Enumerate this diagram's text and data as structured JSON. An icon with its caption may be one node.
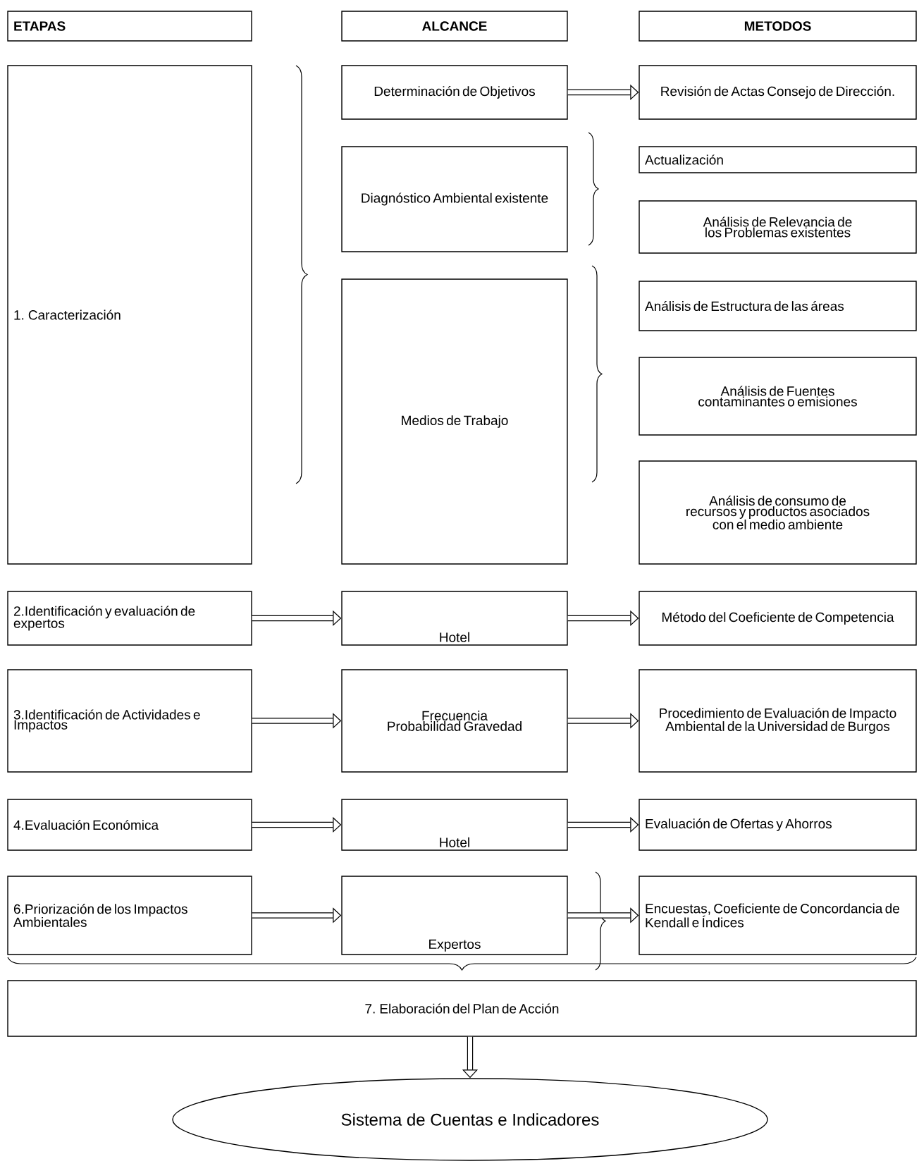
{
  "diagram": {
    "nodes": [
      {
        "text": [
          "ETAPAS"
        ]
      },
      {
        "text": [
          "ALCANCE"
        ]
      },
      {
        "text": [
          "METODOS"
        ]
      },
      {
        "text": [
          "1. Caracterización"
        ]
      },
      {
        "text": [
          "Determinación de Objetivos"
        ]
      },
      {
        "text": [
          "Revisión de Actas Consejo de Dirección."
        ]
      },
      {
        "text": [
          "Diagnóstico Ambiental existente"
        ]
      },
      {
        "text": [
          "Actualización"
        ]
      },
      {
        "text": [
          "Análisis de Relevancia de los Problemas existentes"
        ]
      },
      {
        "text": [
          "Medios de Trabajo"
        ]
      },
      {
        "text": [
          "Análisis de Estructura de las áreas"
        ]
      },
      {
        "text": [
          "Análisis de Fuentes contaminantes o emisiones"
        ]
      },
      {
        "text": [
          "Análisis de consumo de recursos y productos asociados con el medio ambiente"
        ]
      },
      {
        "text": [
          "2.Identificación y evaluación de expertos"
        ]
      },
      {
        "text": [
          "Hotel"
        ]
      },
      {
        "text": [
          "Método del Coeficiente de Competencia"
        ]
      },
      {
        "text": [
          "3.Identificación de Actividades e Impactos"
        ]
      },
      {
        "text": [
          "Frecuencia Probabilidad Gravedad"
        ]
      },
      {
        "text": [
          "Procedimiento de Evaluación de Impacto Ambiental de la Universidad de Burgos"
        ]
      },
      {
        "text": [
          "4.Evaluación Económica"
        ]
      },
      {
        "text": [
          "Hotel"
        ]
      },
      {
        "text": [
          "Evaluación de Ofertas y Ahorros"
        ]
      },
      {
        "text": [
          "6.Priorización de los Impactos Ambientales"
        ]
      },
      {
        "text": [
          "Expertos"
        ]
      },
      {
        "text": [
          "Encuestas, Coeficiente de Concordancia de Kendall e Índices"
        ]
      },
      {
        "text": [
          "7. Elaboración del Plan de Acción"
        ]
      },
      {
        "text": [
          "Sistema de Cuentas e Indicadores"
        ]
      }
    ],
    "edges": [
      {
        "from": 4,
        "to": 5,
        "arrow": "to"
      },
      {
        "from": 13,
        "to": 14,
        "arrow": "to"
      },
      {
        "from": 14,
        "to": 15,
        "arrow": "to"
      },
      {
        "from": 16,
        "to": 17,
        "arrow": "to"
      },
      {
        "from": 17,
        "to": 18,
        "arrow": "to"
      },
      {
        "from": 19,
        "to": 20,
        "arrow": "to"
      },
      {
        "from": 20,
        "to": 21,
        "arrow": "to"
      },
      {
        "from": 22,
        "to": 23,
        "arrow": "to"
      },
      {
        "from": 23,
        "to": 24,
        "arrow": "to"
      },
      {
        "from": 25,
        "to": 26,
        "arrow": "to"
      }
    ]
  }
}
